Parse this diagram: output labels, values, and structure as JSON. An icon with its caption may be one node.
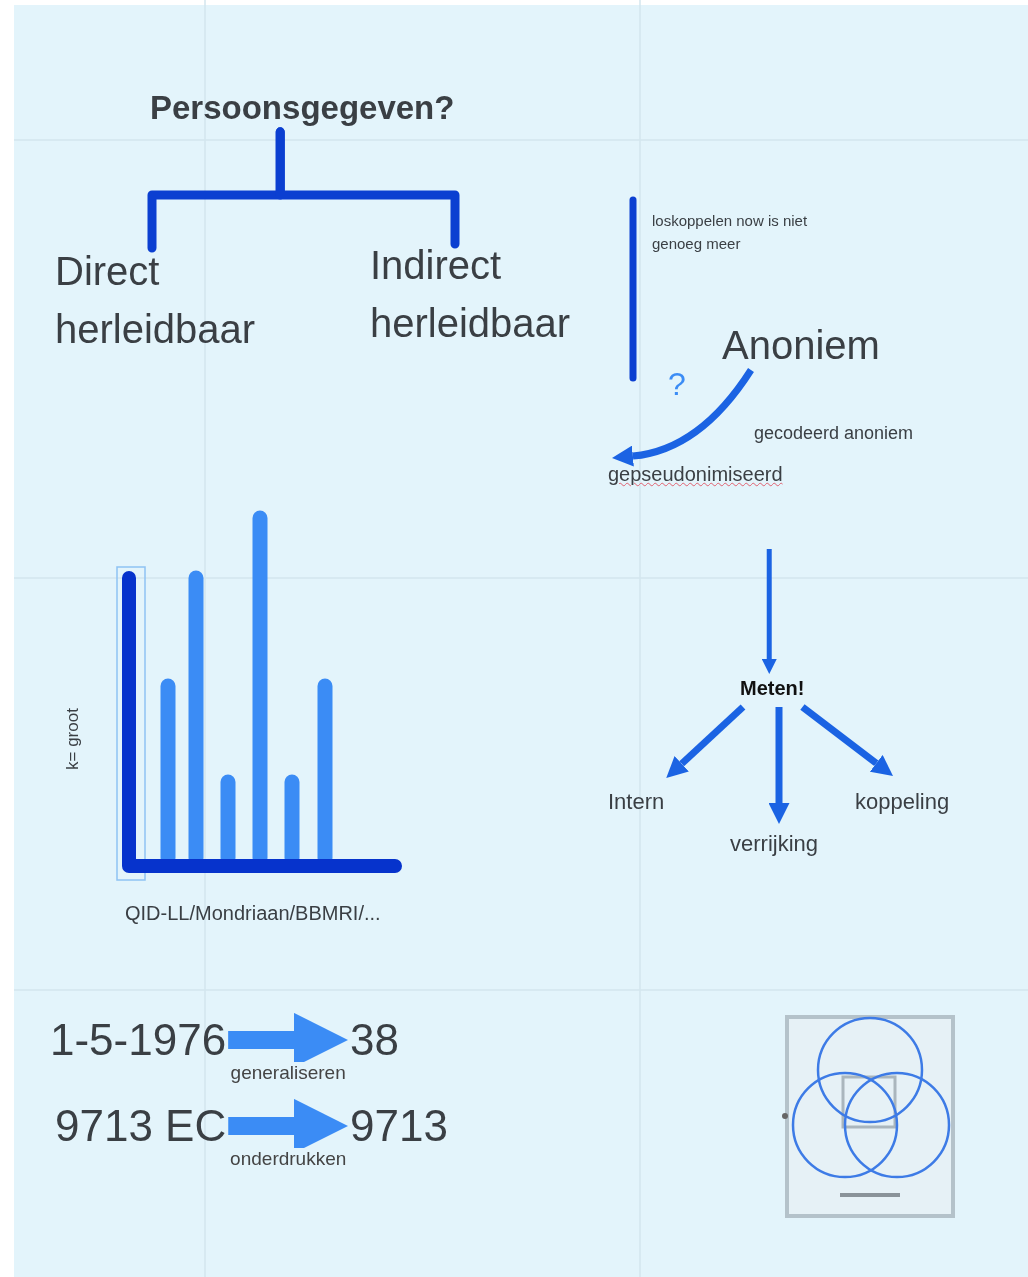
{
  "diagram": {
    "nodes": [
      {
        "text": [
          "Persoonsgegeven?"
        ]
      },
      {
        "text": [
          "Direct herleidbaar"
        ]
      },
      {
        "text": [
          "Indirect herleidbaar"
        ]
      },
      {
        "text": [
          "Anoniem"
        ]
      },
      {
        "text": [
          "gepseudonimiseerd"
        ]
      },
      {
        "text": [
          "Meten!"
        ]
      },
      {
        "text": [
          "Intern"
        ]
      },
      {
        "text": [
          "verrijking"
        ]
      },
      {
        "text": [
          "koppeling"
        ]
      },
      {
        "text": [
          "1-5-1976"
        ]
      },
      {
        "text": [
          "38"
        ]
      },
      {
        "text": [
          "9713 EC"
        ]
      },
      {
        "text": [
          "9713"
        ]
      },
      {
        "text": [],
        "shape": "picture"
      }
    ],
    "edges": [
      {
        "from": 0,
        "to": 1,
        "arrow": "none",
        "color": "#0b3fd1"
      },
      {
        "from": 0,
        "to": 2,
        "arrow": "none",
        "color": "#0b3fd1"
      },
      {
        "from": 3,
        "to": 4,
        "arrow": "to"
      },
      {
        "from": 4,
        "to": 5,
        "arrow": "to"
      },
      {
        "from": 5,
        "to": 6,
        "arrow": "to"
      },
      {
        "from": 5,
        "to": 7,
        "arrow": "to"
      },
      {
        "from": 5,
        "to": 8,
        "arrow": "to"
      },
      {
        "from": 9,
        "to": 10,
        "arrow": "to",
        "label": "generaliseren",
        "style": "thick",
        "color": "#3b8cf5"
      },
      {
        "from": 11,
        "to": 12,
        "arrow": "to",
        "label": "onderdrukken",
        "style": "thick",
        "color": "#3b8cf5"
      }
    ],
    "labels": [
      "loskoppelen now is niet genoeg meer",
      "?",
      "gecodeerd anoniem",
      "k= groot",
      "QID-LL/Mondriaan/BBMRI/..."
    ]
  }
}
